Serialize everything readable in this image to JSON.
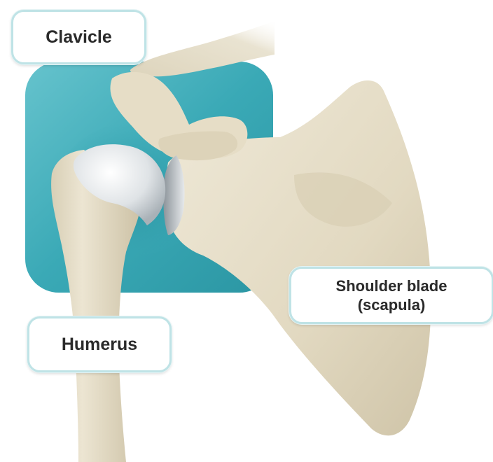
{
  "labels": {
    "clavicle": "Clavicle",
    "humerus": "Humerus",
    "scapula_line1": "Shoulder blade",
    "scapula_line2": "(scapula)"
  },
  "colors": {
    "joint_highlight": "#4fb6c2",
    "bone": "#e4dcc6",
    "cartilage": "#d3d8dc",
    "callout_border": "#bfe3e6"
  }
}
